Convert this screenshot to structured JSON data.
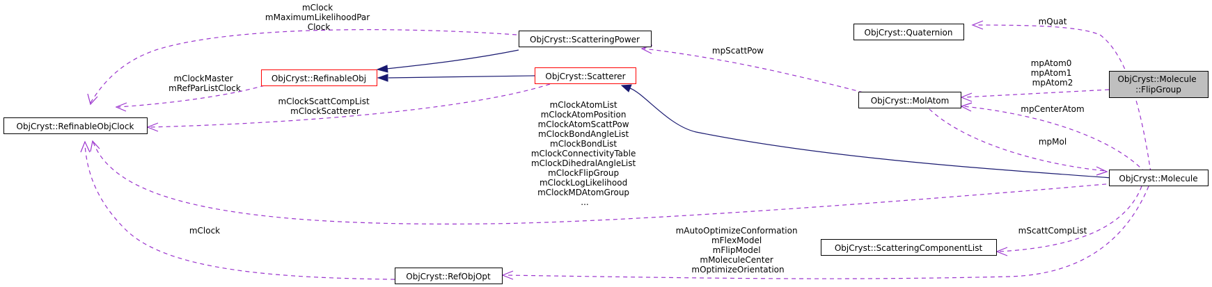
{
  "nodes": {
    "refinable_obj_clock": "ObjCryst::RefinableObjClock",
    "refinable_obj": "ObjCryst::RefinableObj",
    "scattering_power": "ObjCryst::ScatteringPower",
    "scatterer": "ObjCryst::Scatterer",
    "ref_obj_opt": "ObjCryst::RefObjOpt",
    "quaternion": "ObjCryst::Quaternion",
    "mol_atom": "ObjCryst::MolAtom",
    "scattering_component_list": "ObjCryst::ScatteringComponentList",
    "molecule": "ObjCryst::Molecule",
    "flip_group_line1": "ObjCryst::Molecule",
    "flip_group_line2": "::FlipGroup"
  },
  "edge_labels": {
    "scattpow_clock": [
      "mClock",
      "mMaximumLikelihoodPar",
      "Clock"
    ],
    "refobj_clock": [
      "mClockMaster",
      "mRefParListClock"
    ],
    "scatterer_clock": [
      "mClockScattCompList",
      "mClockScatterer"
    ],
    "molecule_clock": [
      "mClockAtomList",
      "mClockAtomPosition",
      "mClockAtomScattPow",
      "mClockBondAngleList",
      "mClockBondList",
      "mClockConnectivityTable",
      "mClockDihedralAngleList",
      "mClockFlipGroup",
      "mClockLogLikelihood",
      "mClockMDAtomGroup",
      "..."
    ],
    "refobjopt_clock": [
      "mClock"
    ],
    "molatom_scattpow": [
      "mpScattPow"
    ],
    "molecule_quat": [
      "mQuat"
    ],
    "flipgroup_molatom": [
      "mpAtom0",
      "mpAtom1",
      "mpAtom2"
    ],
    "molecule_molatom_center": [
      "mpCenterAtom"
    ],
    "molatom_molecule": [
      "mpMol"
    ],
    "molecule_scattcomp": [
      "mScattCompList"
    ],
    "molecule_refobjopt": [
      "mAutoOptimizeConformation",
      "mFlexModel",
      "mFlipModel",
      "mMoleculeCenter",
      "mOptimizeOrientation"
    ]
  },
  "colors": {
    "usage_edge": "#9a32cd",
    "inheritance_edge": "#191970",
    "highlight_border": "#ff0000",
    "focus_fill": "#bfbfbf"
  }
}
